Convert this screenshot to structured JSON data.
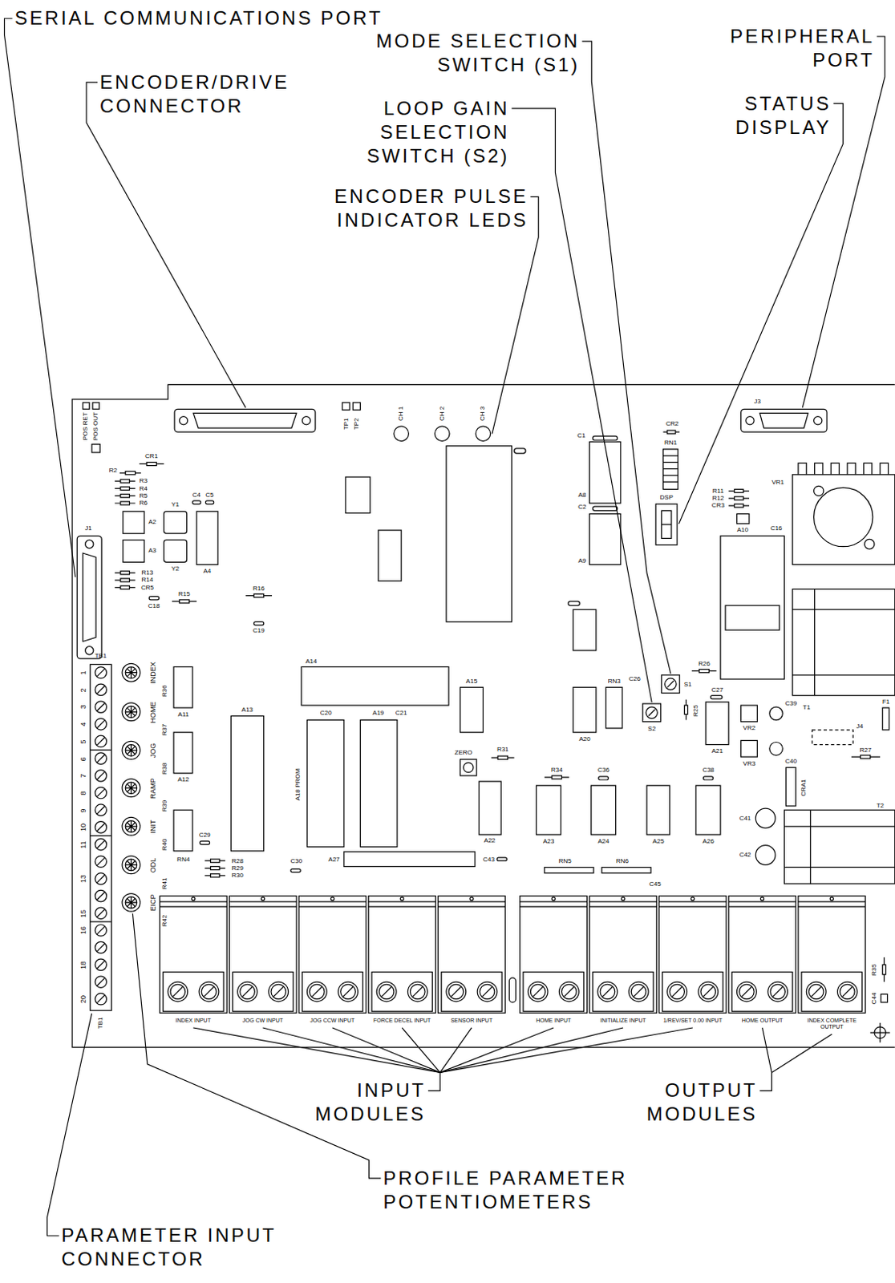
{
  "diagram": {
    "nodes": [
      {
        "text": [
          "INDEX INPUT"
        ]
      },
      {
        "text": [
          "JOG CW INPUT"
        ]
      },
      {
        "text": [
          "JOG CCW INPUT"
        ]
      },
      {
        "text": [
          "FORCE DECEL INPUT"
        ]
      },
      {
        "text": [
          "SENSOR INPUT"
        ]
      },
      {
        "text": [
          "HOME INPUT"
        ]
      },
      {
        "text": [
          "INITIALIZE INPUT"
        ]
      },
      {
        "text": [
          "1/REV/SET 0.00 INPUT"
        ]
      },
      {
        "text": [
          "HOME OUTPUT"
        ]
      },
      {
        "text": [
          "INDEX COMPLETE OUTPUT"
        ]
      }
    ],
    "labels": [
      "SERIAL COMMUNICATIONS PORT",
      "ENCODER/DRIVE CONNECTOR",
      "MODE SELECTION SWITCH (S1)",
      "PERIPHERAL PORT",
      "LOOP GAIN SELECTION SWITCH (S2)",
      "STATUS DISPLAY",
      "ENCODER PULSE INDICATOR LEDS",
      "INPUT MODULES",
      "OUTPUT MODULES",
      "PROFILE PARAMETER POTENTIOMETERS",
      "PARAMETER INPUT CONNECTOR",
      "CH 1",
      "CH 2",
      "CH 3",
      "J1",
      "POS RET",
      "POS OUT",
      "TP1",
      "TP2",
      "CR1",
      "R2",
      "R3",
      "R4",
      "R5",
      "R6",
      "A2",
      "A3",
      "Y1",
      "Y2",
      "C4",
      "C5",
      "A4",
      "R13",
      "R14",
      "CR5",
      "C18",
      "R15",
      "R16",
      "C19",
      "J3",
      "TB1",
      "1",
      "2",
      "3",
      "4",
      "5",
      "6",
      "7",
      "8",
      "9",
      "10",
      "11",
      "13",
      "15",
      "16",
      "18",
      "20",
      "INDEX",
      "HOME",
      "JOG",
      "RAMP",
      "INIT",
      "ODL",
      "EICP",
      "R36",
      "R37",
      "R38",
      "R39",
      "R40",
      "R41",
      "R42",
      "TB1",
      "A11",
      "A12",
      "RN4",
      "C29",
      "R28",
      "R29",
      "R30",
      "A13",
      "A14",
      "A18 PROM",
      "C20",
      "A19",
      "C21",
      "C30",
      "A27",
      "C43",
      "A15",
      "ZERO",
      "R31",
      "A22",
      "R34",
      "A23",
      "C36",
      "A24",
      "A25",
      "C38",
      "A26",
      "RN5",
      "RN6",
      "C45",
      "A20",
      "RN3",
      "C1",
      "A8",
      "C2",
      "A9",
      "CR2",
      "RN1",
      "DSP",
      "R11",
      "R12",
      "CR3",
      "A10",
      "VR1",
      "C16",
      "S1",
      "C26",
      "S2",
      "R26",
      "R25",
      "C27",
      "A21",
      "VR2",
      "VR3",
      "C39",
      "C40",
      "CRA1",
      "J4",
      "R27",
      "F1",
      "T1",
      "C41",
      "C42",
      "T2",
      "R35",
      "C44"
    ]
  }
}
